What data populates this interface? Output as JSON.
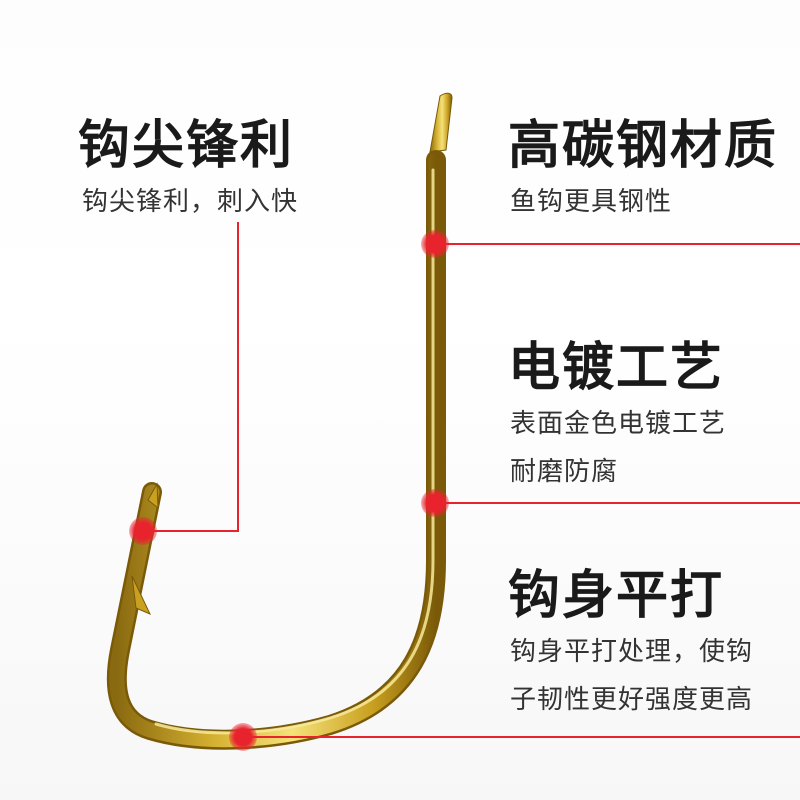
{
  "features": {
    "tip": {
      "title": "钩尖锋利",
      "desc_lines": [
        "钩尖锋利，刺入快"
      ]
    },
    "steel": {
      "title": "高碳钢材质",
      "desc_lines": [
        "鱼钩更具钢性"
      ]
    },
    "plating": {
      "title": "电镀工艺",
      "desc_lines": [
        "表面金色电镀工艺",
        "耐磨防腐"
      ]
    },
    "body": {
      "title": "钩身平打",
      "desc_lines": [
        "钩身平打处理，使钩",
        "子韧性更好强度更高"
      ]
    }
  },
  "colors": {
    "callout_line": "#e8232d",
    "marker": "#e8232d",
    "hook_gold": "#d4b030",
    "hook_dark": "#8a6a10",
    "hook_light": "#f5e27a"
  },
  "icons": {
    "hook": "fish-hook-illustration",
    "marker": "red-dot-marker"
  }
}
